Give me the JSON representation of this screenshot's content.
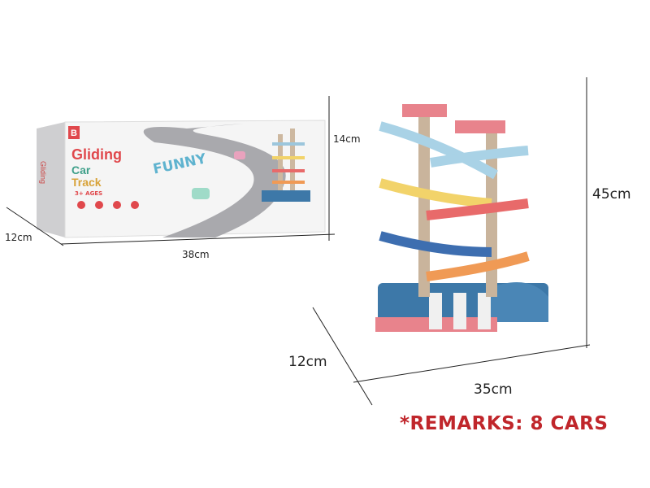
{
  "box": {
    "title_line1": "Gliding",
    "title_line2": "Car",
    "title_line3": "Track",
    "age": "3+ AGES",
    "slogan": "FUNNY",
    "logo": "B",
    "colors": {
      "title1": "#e0484c",
      "title2": "#3fa08a",
      "title3": "#d8a33a",
      "slogan": "#5fb3cf"
    }
  },
  "box_dimensions": {
    "height": "14cm",
    "length": "38cm",
    "depth": "12cm"
  },
  "toy_dimensions": {
    "height": "45cm",
    "width": "35cm",
    "depth": "12cm"
  },
  "remarks": "*REMARKS: 8 CARS",
  "colors": {
    "remarks": "#c0262b",
    "track_base": "#3d78a8",
    "top_pads": "#e8838c"
  }
}
